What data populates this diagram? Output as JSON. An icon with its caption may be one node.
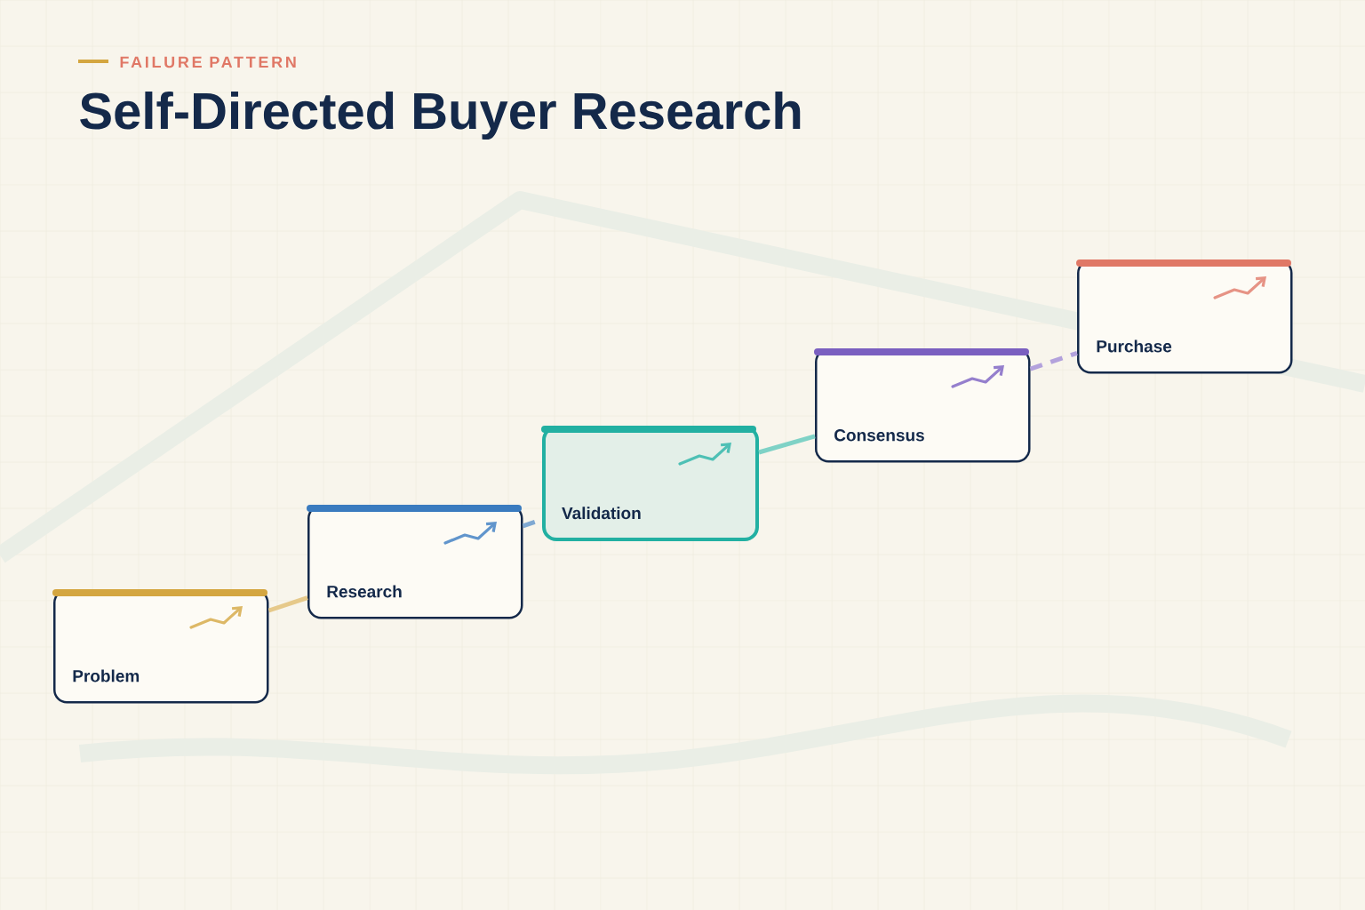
{
  "diagram": {
    "title": "Self-Directed Buyer Research",
    "nodes": [
      {
        "text": [
          "Problem"
        ]
      },
      {
        "text": [
          "Research"
        ]
      },
      {
        "text": [
          "Validation"
        ]
      },
      {
        "text": [
          "Consensus"
        ]
      },
      {
        "text": [
          "Purchase"
        ]
      }
    ],
    "edges": [
      {
        "from": 0,
        "to": 1,
        "arrow": "none",
        "color": "#e6c98a"
      },
      {
        "from": 1,
        "to": 2,
        "arrow": "none",
        "style": "dashed",
        "color": "#7fa8d2"
      },
      {
        "from": 2,
        "to": 3,
        "arrow": "none",
        "color": "#7fd2c6"
      },
      {
        "from": 3,
        "to": 4,
        "arrow": "none",
        "style": "dashed",
        "color": "#b3a2dc"
      }
    ],
    "labels": [
      "FAILURE PATTERN"
    ]
  }
}
